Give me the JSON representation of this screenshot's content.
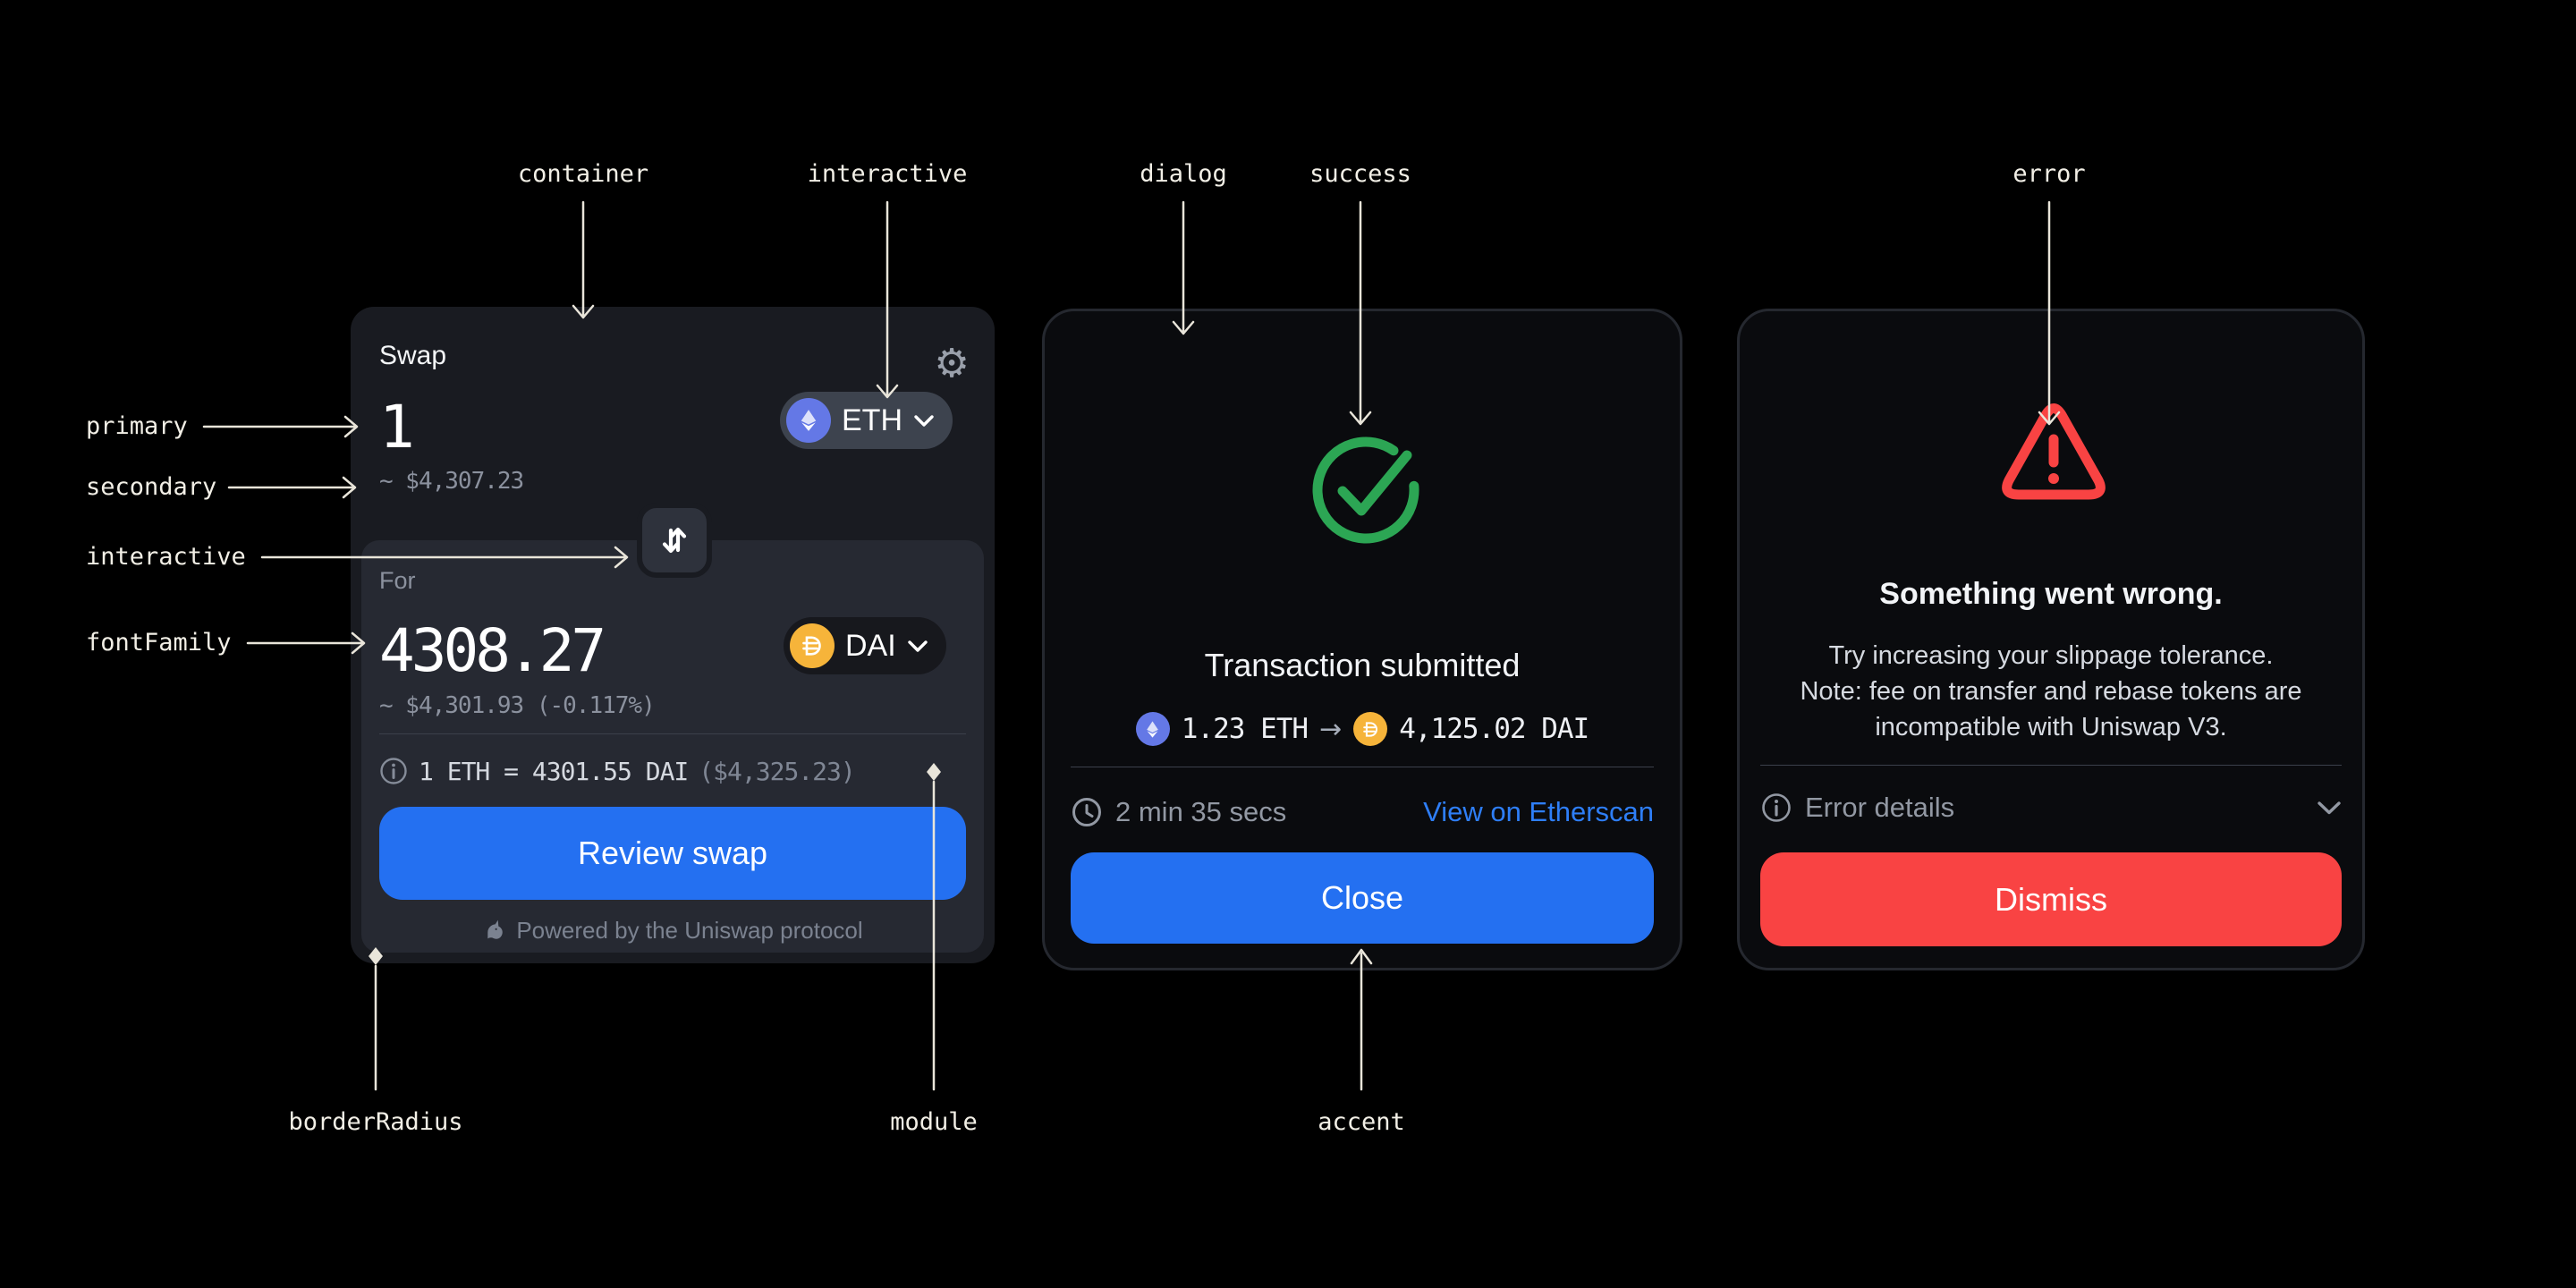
{
  "colors": {
    "container": "#191b21",
    "module": "#262932",
    "interactive": "#3d434e",
    "primary": "#ffffff",
    "secondary": "#8b919e",
    "accent": "#2470f1",
    "success": "#2ca654",
    "error": "#f94343",
    "dialog": "#0a0b0e",
    "annotation": "#e9e5da",
    "link": "#2e7ef7",
    "eth_icon": "#6478e6",
    "dai_icon": "#f6b43a"
  },
  "annotations": {
    "container": "container",
    "interactive_top": "interactive",
    "dialog": "dialog",
    "success": "success",
    "error": "error",
    "primary": "primary",
    "secondary": "secondary",
    "interactive_left": "interactive",
    "fontFamily": "fontFamily",
    "borderRadius": "borderRadius",
    "module": "module",
    "accent": "accent"
  },
  "icons": {
    "gear": "⚙",
    "arrow_right": "→"
  },
  "swap_card": {
    "title": "Swap",
    "sell": {
      "amount": "1",
      "fiat": "~ $4,307.23",
      "token": "ETH"
    },
    "buy": {
      "label": "For",
      "amount": "4308.27",
      "fiat": "~ $4,301.93 (-0.117%)",
      "token": "DAI"
    },
    "rate": "1 ETH = 4301.55 DAI",
    "rate_fiat": "($4,325.23)",
    "cta": "Review swap",
    "footer": "Powered by the Uniswap protocol"
  },
  "success_dialog": {
    "title": "Transaction submitted",
    "from_amount": "1.23 ETH",
    "to_amount": "4,125.02 DAI",
    "duration": "2 min 35 secs",
    "link": "View on Etherscan",
    "cta": "Close"
  },
  "error_dialog": {
    "title": "Something went wrong.",
    "body": "Try increasing your slippage tolerance.\nNote: fee on transfer and rebase tokens are\nincompatible with Uniswap V3.",
    "details_label": "Error details",
    "cta": "Dismiss"
  }
}
